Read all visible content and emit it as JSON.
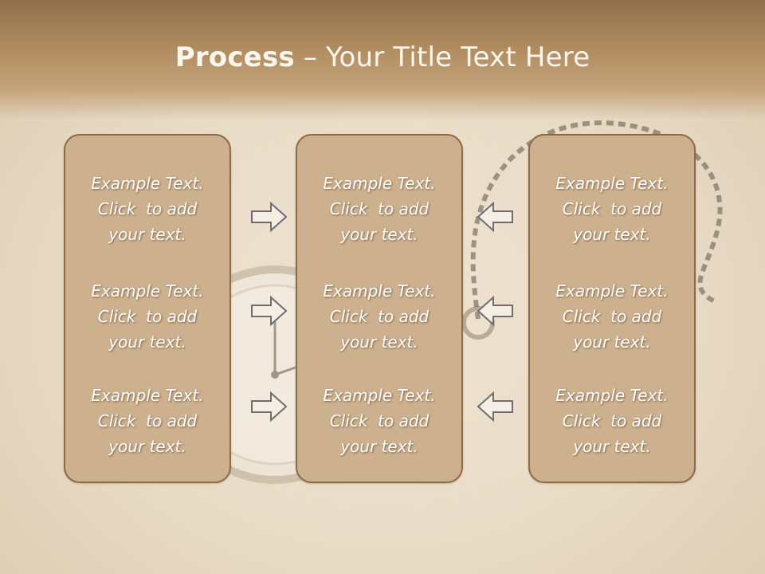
{
  "title": {
    "bold": "Process",
    "rest": " – Your Title Text Here"
  },
  "panels": [
    {
      "blocks": [
        [
          "Example Text.",
          "Click  to add",
          "your text."
        ],
        [
          "Example Text.",
          "Click  to add",
          "your text."
        ],
        [
          "Example Text.",
          "Click  to add",
          "your text."
        ]
      ]
    },
    {
      "blocks": [
        [
          "Example Text.",
          "Click  to add",
          "your text."
        ],
        [
          "Example Text.",
          "Click  to add",
          "your text."
        ],
        [
          "Example Text.",
          "Click  to add",
          "your text."
        ]
      ]
    },
    {
      "blocks": [
        [
          "Example Text.",
          "Click  to add",
          "your text."
        ],
        [
          "Example Text.",
          "Click  to add",
          "your text."
        ],
        [
          "Example Text.",
          "Click  to add",
          "your text."
        ]
      ]
    }
  ],
  "arrows": {
    "left_column": [
      "right-arrow-icon",
      "right-arrow-icon",
      "right-arrow-icon"
    ],
    "right_column": [
      "left-arrow-icon",
      "left-arrow-icon",
      "left-arrow-icon"
    ]
  },
  "colors": {
    "panel_fill": "#cdb08d",
    "panel_border": "#8c6a46",
    "title_band": "#a9845a",
    "text": "#ffffff"
  }
}
